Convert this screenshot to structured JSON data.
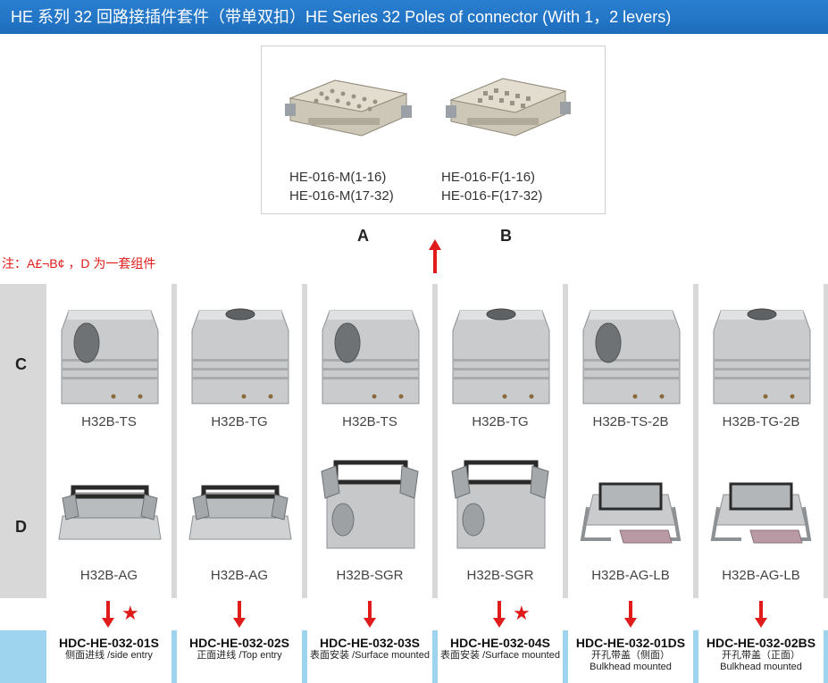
{
  "header": {
    "title": "HE 系列 32 回路接插件套件（带单双扣）HE Series 32 Poles of connector (With 1，2 levers)"
  },
  "inserts": {
    "male": [
      "HE-016-M(1-16)",
      "HE-016-M(17-32)"
    ],
    "female": [
      "HE-016-F(1-16)",
      "HE-016-F(17-32)"
    ],
    "letters": [
      "A",
      "B"
    ]
  },
  "note": "注：A£¬B¢ ，D 为一套组件",
  "row_letters": [
    "C",
    "D"
  ],
  "columns": [
    {
      "hood": "H32B-TS",
      "hood_icon": "side-entry-hood",
      "frame": "H32B-AG",
      "frame_icon": "low-base-frame",
      "code": "HDC-HE-032-01S",
      "desc": [
        "侧面进线 /side entry"
      ],
      "star": true
    },
    {
      "hood": "H32B-TG",
      "hood_icon": "top-entry-hood",
      "frame": "H32B-AG",
      "frame_icon": "low-base-frame",
      "code": "HDC-HE-032-02S",
      "desc": [
        "正面进线 /Top entry"
      ],
      "star": false
    },
    {
      "hood": "H32B-TS",
      "hood_icon": "side-entry-hood",
      "frame": "H32B-SGR",
      "frame_icon": "surface-housing",
      "code": "HDC-HE-032-03S",
      "desc": [
        "表面安装 /Surface mounted"
      ],
      "star": false
    },
    {
      "hood": "H32B-TG",
      "hood_icon": "top-entry-hood",
      "frame": "H32B-SGR",
      "frame_icon": "surface-housing",
      "code": "HDC-HE-032-04S",
      "desc": [
        "表面安装 /Surface mounted"
      ],
      "star": true
    },
    {
      "hood": "H32B-TS-2B",
      "hood_icon": "side-entry-hood",
      "frame": "H32B-AG-LB",
      "frame_icon": "bulkhead-frame",
      "code": "HDC-HE-032-01DS",
      "desc": [
        "开孔带盖（侧面）",
        "Bulkhead mounted"
      ],
      "star": false
    },
    {
      "hood": "H32B-TG-2B",
      "hood_icon": "top-entry-hood",
      "frame": "H32B-AG-LB",
      "frame_icon": "bulkhead-frame",
      "code": "HDC-HE-032-02BS",
      "desc": [
        "开孔带盖（正面）",
        "Bulkhead mounted"
      ],
      "star": false
    }
  ],
  "colors": {
    "header": "#1e6dbd",
    "accent_red": "#e01b1b",
    "code_band": "#9fd4ee",
    "grey_band": "#d8d8d8"
  }
}
